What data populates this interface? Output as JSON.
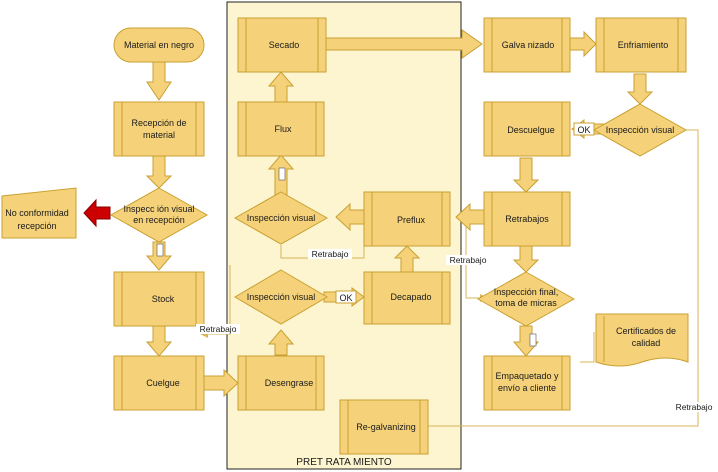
{
  "container": {
    "label": "PRET RATA MIENTO"
  },
  "nodes": {
    "material_en_negro": "Material en negro",
    "recepcion": [
      "Recepción de",
      "material"
    ],
    "inspeccion_recepcion": [
      "Inspecc ión visual",
      "en recepción"
    ],
    "no_conformidad": [
      "No conformidad",
      "recepción"
    ],
    "stock": "Stock",
    "cuelgue": "Cuelgue",
    "desengrase": "Desengrase",
    "inspeccion_decapado": "Inspección visual",
    "decapado": "Decapado",
    "preflux": "Preflux",
    "inspeccion_preflux": "Inspección visual",
    "flux": "Flux",
    "secado": "Secado",
    "galvanizado": "Galva nizado",
    "enfriamiento": "Enfriamiento",
    "inspeccion_enfriamiento": "Inspección visual",
    "descuelgue": "Descuelgue",
    "retrabajos": "Retrabajos",
    "inspeccion_final": [
      "Inspección final,",
      "toma de micras"
    ],
    "empaquetado": [
      "Empaquetado y",
      "envío a cliente"
    ],
    "certificados": [
      "Certificados de",
      "calidad"
    ],
    "regalvanizing": "Re-galvanizing"
  },
  "labels": {
    "ok_decapado": "OK",
    "ok_descuelgue": "OK",
    "retrabajo_cuelgue": "Retrabajo",
    "retrabajo_preflux": "Retrabajo",
    "retrabajo_final": "Retrabajo",
    "retrabajo_regalv": "Retrabajo"
  },
  "colors": {
    "fill": "#f5d27a",
    "stroke": "#c9a030",
    "line": "#d8b45a",
    "container_fill": "#fdf5cf",
    "red": "#cc0000"
  }
}
